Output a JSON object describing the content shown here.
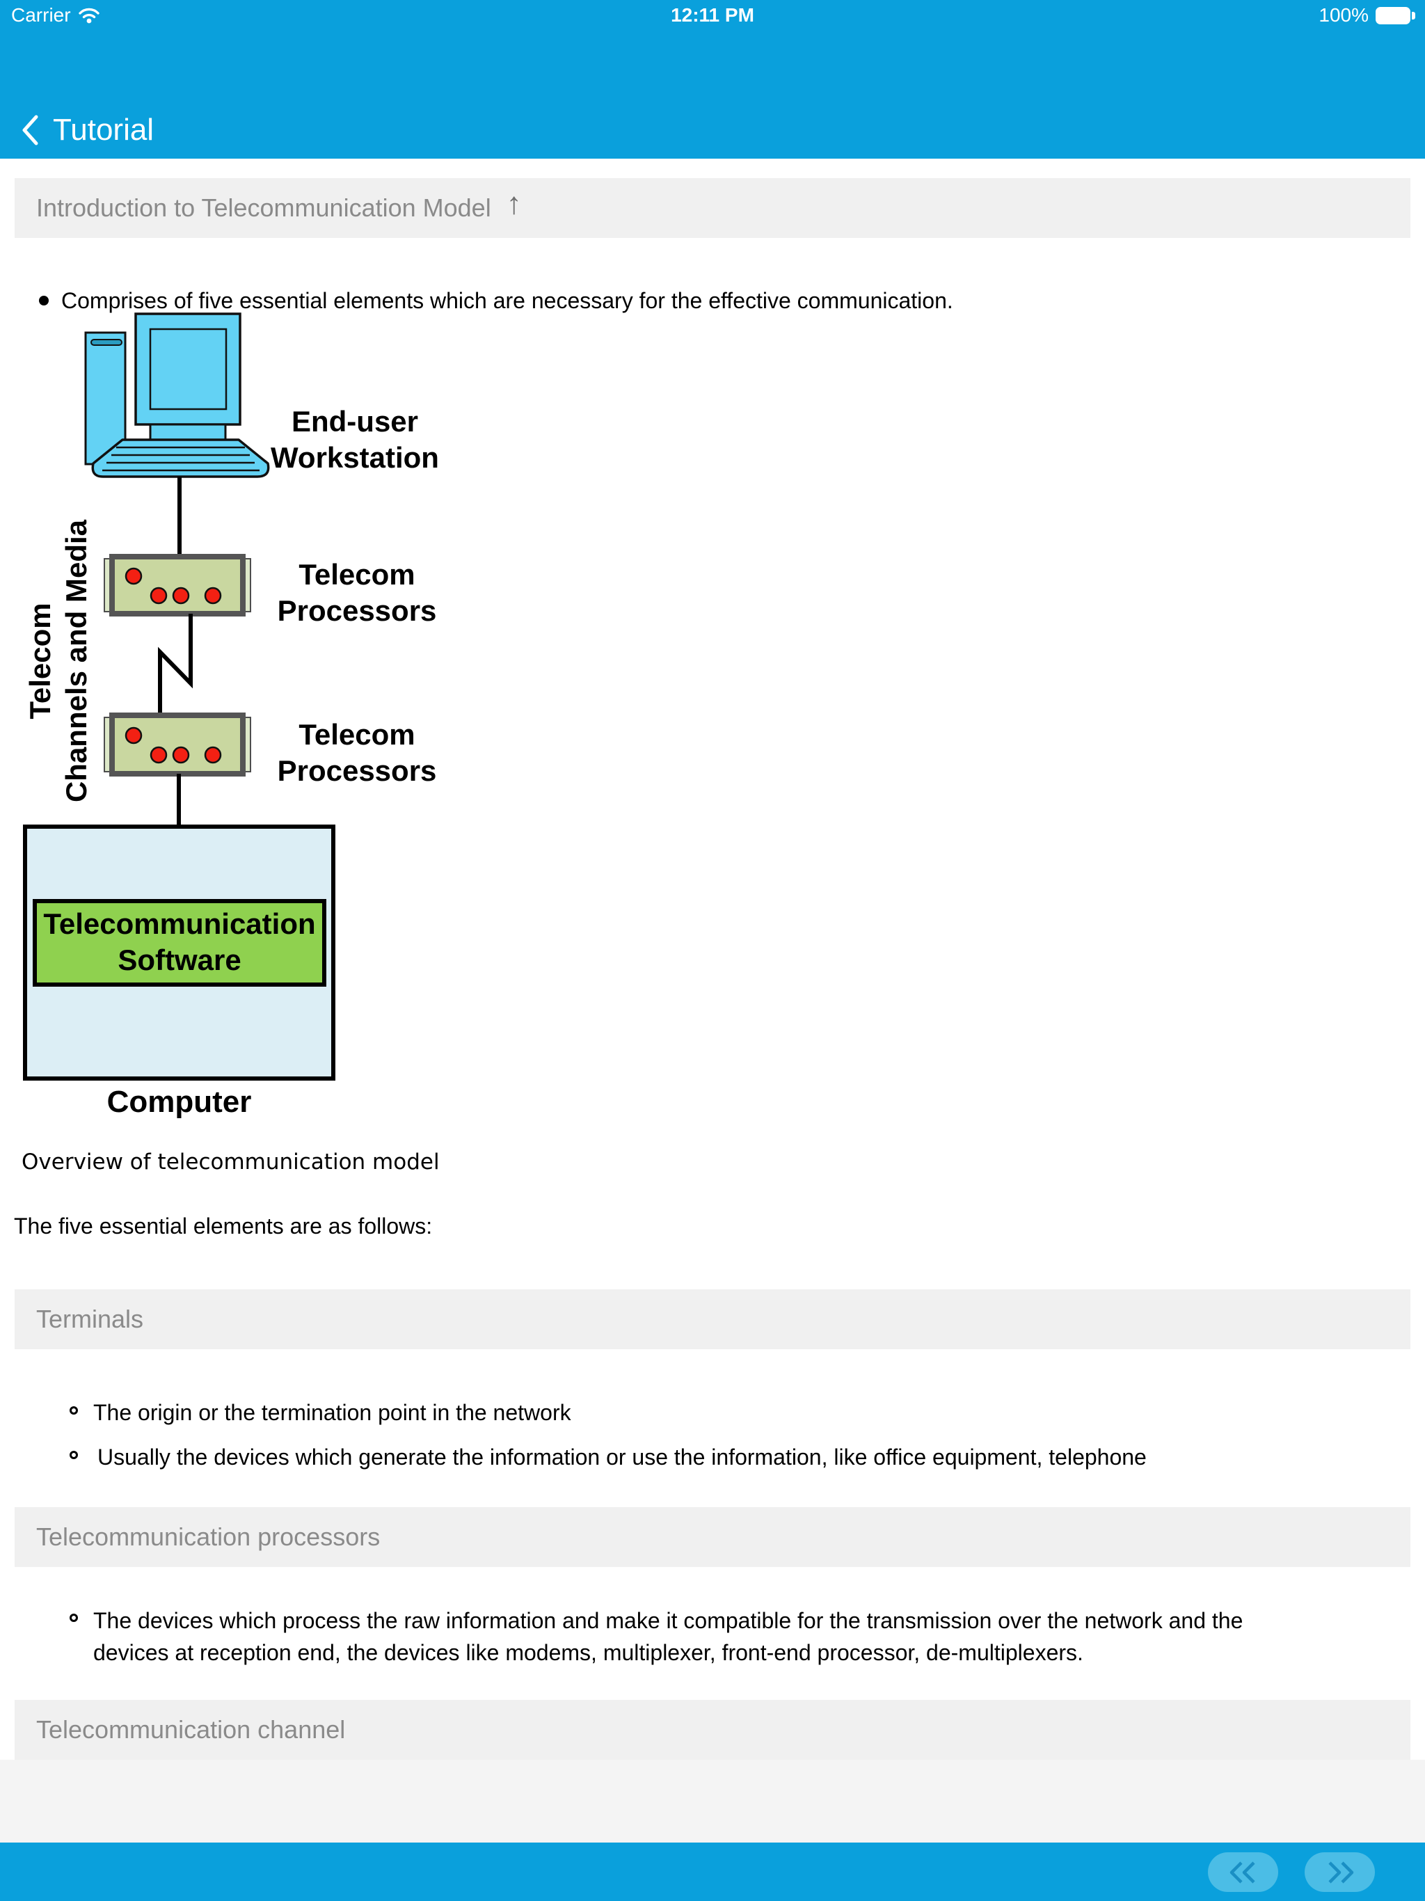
{
  "status_bar": {
    "carrier": "Carrier",
    "time": "12:11 PM",
    "battery_percent": "100%"
  },
  "nav_bar": {
    "title": "Tutorial",
    "back_icon": "chevron-left"
  },
  "content": {
    "section_header": {
      "title": "Introduction to Telecommunication Model",
      "arrow_glyph": "↑"
    },
    "intro_bullet": "Comprises of five essential elements which are necessary for the effective communication.",
    "diagram": {
      "end_user_label": "End-user Workstation",
      "processors_label_1": "Telecom Processors",
      "processors_label_2": "Telecom Processors",
      "channels_line1": "Telecom",
      "channels_line2": "Channels and Media",
      "software_label": "Telecommunication Software",
      "computer_label": "Computer",
      "caption": "Overview of telecommunication model"
    },
    "lead_text": "The five essential elements are as follows:",
    "sections": [
      {
        "title": "Terminals",
        "bullets": [
          "The origin or the termination point in the network",
          "Usually the devices which generate the information or use the information, like office equipment, telephone"
        ]
      },
      {
        "title": "Telecommunication processors",
        "bullets": [
          "The devices which process the raw information and make it compatible for the transmission over the network and  the devices at reception end, the devices like modems, multiplexer, front-end processor, de-multiplexers."
        ]
      },
      {
        "title": "Telecommunication channel",
        "bullets": []
      }
    ]
  },
  "footer": {
    "prev_icon": "double-chevron-left",
    "next_icon": "double-chevron-right"
  },
  "colors": {
    "chrome_blue": "#0aa0dc",
    "header_bar_bg": "#f0f0f0",
    "header_text": "#8a8a8a",
    "diagram_cyan": "#63d2f4",
    "diagram_pale_blue": "#dceef5",
    "software_green": "#8fd14f",
    "processor_green": "#c9d7a0",
    "processor_tab_green": "#dde8c8",
    "dot_red": "#f32013",
    "footer_button_blue": "#4bbde6"
  }
}
